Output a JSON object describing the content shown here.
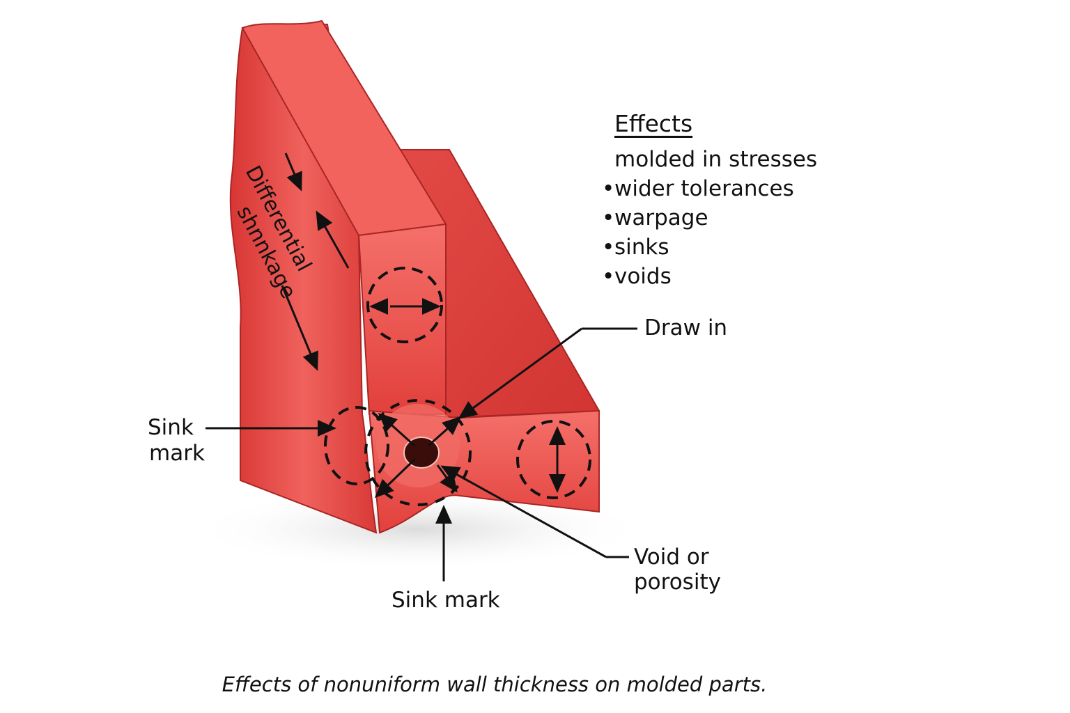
{
  "effects": {
    "title": "Effects",
    "lead": "molded in stresses",
    "bullet": "•",
    "items": [
      "wider tolerances",
      "warpage",
      "sinks",
      "voids"
    ]
  },
  "labels": {
    "differential": "Differential",
    "shrinkage": "shnnkage",
    "draw_in": "Draw in",
    "sink_mark_left_1": "Sink",
    "sink_mark_left_2": "mark",
    "sink_mark_bottom": "Sink mark",
    "void_1": "Void or",
    "void_2": "porosity"
  },
  "caption": "Effects of nonuniform wall thickness on molded parts.",
  "colors": {
    "part": "#e8433f",
    "part_dark": "#c92f2d",
    "part_light": "#f47772",
    "void": "#3a0d0b"
  }
}
